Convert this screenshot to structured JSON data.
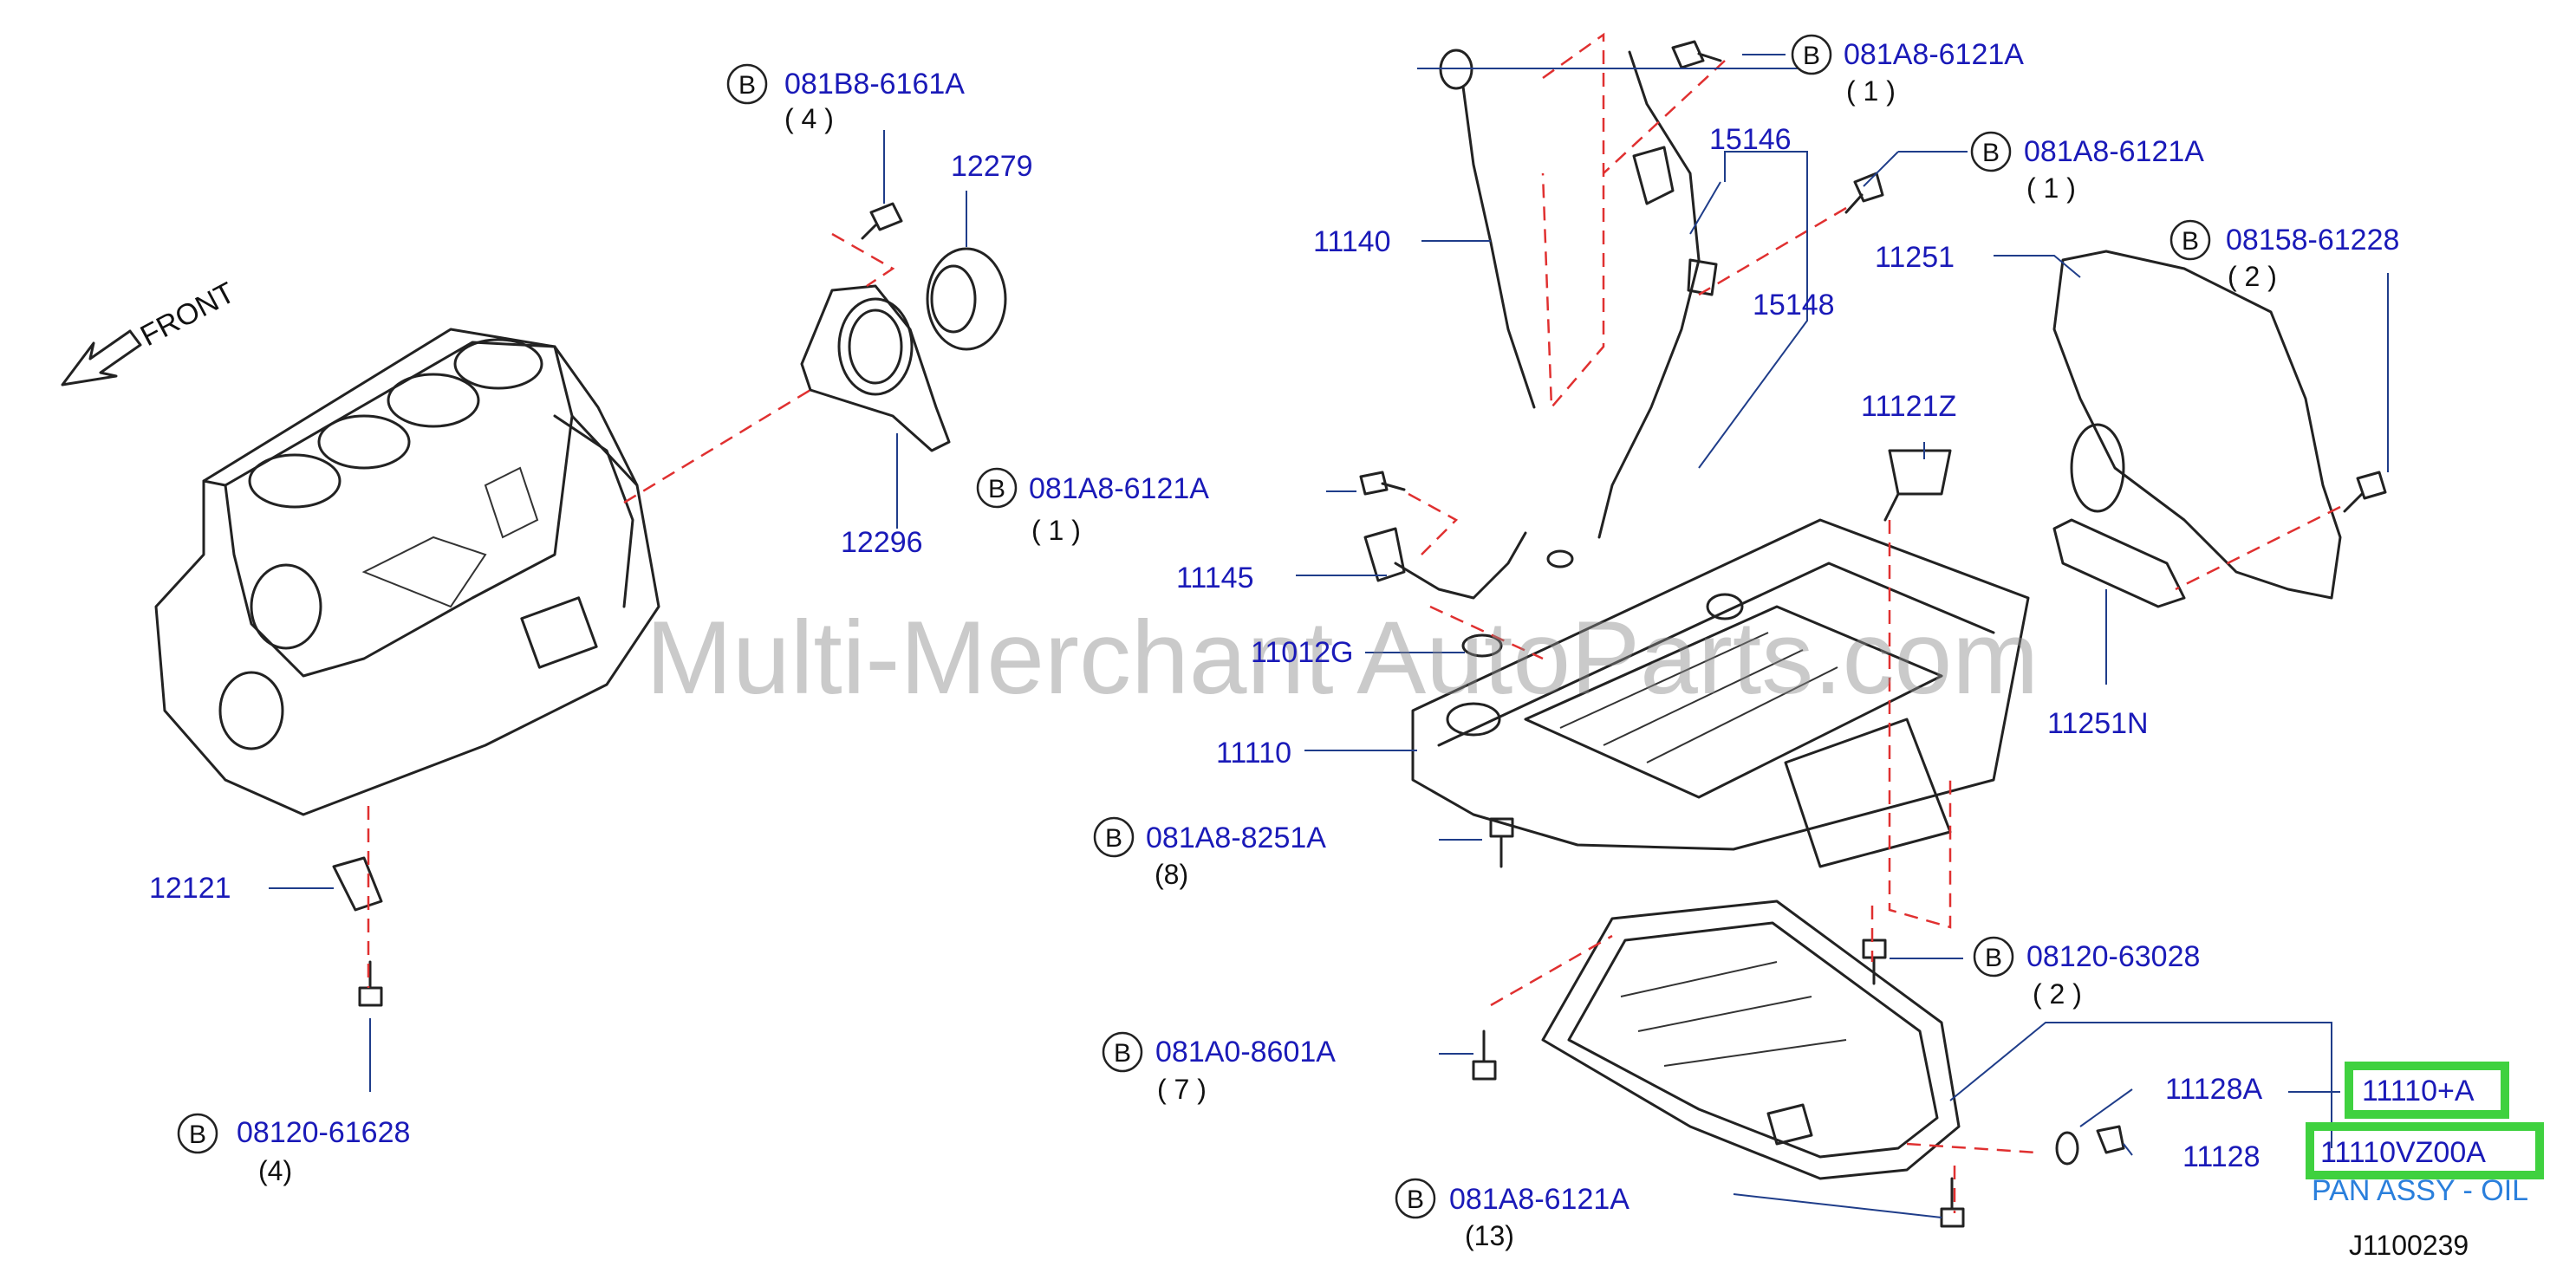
{
  "front_label": "FRONT",
  "watermark": "Multi-Merchant AutoParts.com",
  "diagram_id": "J1100239",
  "highlighted_parts": {
    "primary": "11110+A",
    "selected": "11110VZ00A",
    "description": "PAN ASSY - OIL"
  },
  "callouts": [
    {
      "b": "B",
      "part": "081B8-6161A",
      "qty": "( 4 )"
    },
    {
      "b": "B",
      "part": "081A8-6121A",
      "qty": "( 1 )"
    },
    {
      "b": "B",
      "part": "081A8-6121A",
      "qty": "( 1 )"
    },
    {
      "b": "B",
      "part": "08158-61228",
      "qty": "( 2 )"
    },
    {
      "b": "B",
      "part": "081A8-6121A",
      "qty": "( 1 )"
    },
    {
      "b": "B",
      "part": "081A8-8251A",
      "qty": "(8)"
    },
    {
      "b": "B",
      "part": "08120-63028",
      "qty": "( 2 )"
    },
    {
      "b": "B",
      "part": "081A0-8601A",
      "qty": "( 7 )"
    },
    {
      "b": "B",
      "part": "081A8-6121A",
      "qty": "(13)"
    },
    {
      "b": "B",
      "part": "08120-61628",
      "qty": "(4)"
    }
  ],
  "part_labels": [
    "12279",
    "12296",
    "11140",
    "15146",
    "15148",
    "11251",
    "11121Z",
    "11145",
    "11012G",
    "11110",
    "11251N",
    "12121",
    "11128A",
    "11128"
  ]
}
